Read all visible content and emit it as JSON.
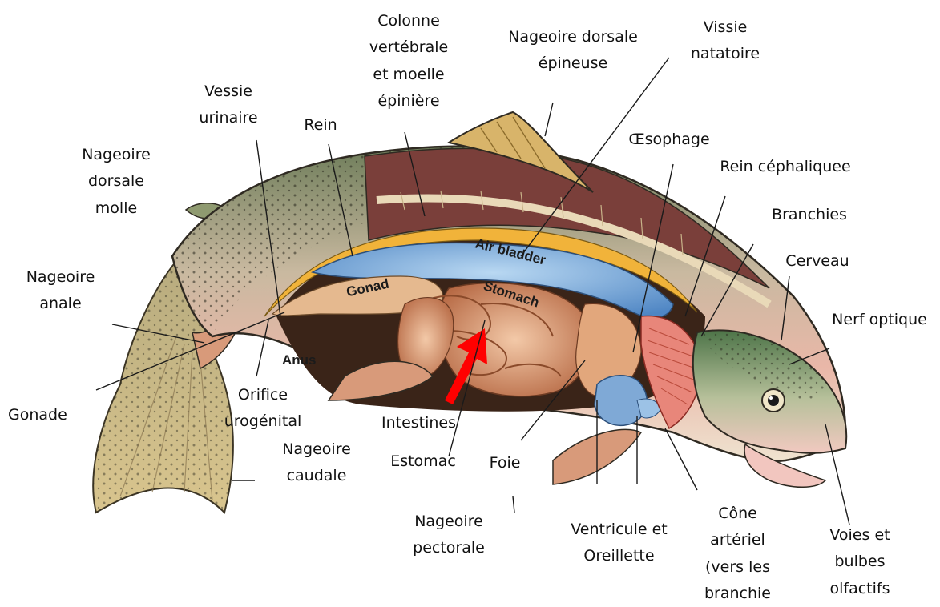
{
  "labels": {
    "colonne": "Colonne\nvertébrale\net moelle\népinière",
    "dorsale_epineuse": "Nageoire dorsale\népineuse",
    "vissie": "Vissie\nnatatoire",
    "vessie_urinaire": "Vessie\nurinaire",
    "rein": "Rein",
    "oesophage": "Œsophage",
    "rein_cephalique": "Rein céphaliquee",
    "branchies": "Branchies",
    "cerveau": "Cerveau",
    "nerf_optique": "Nerf optique",
    "dorsale_molle": "Nageoire\ndorsale\nmolle",
    "anale": "Nageoire\nanale",
    "gonade": "Gonade",
    "orifice": "Orifice\nurogénital",
    "caudale": "Nageoire\ncaudale",
    "intestines": "Intestines",
    "estomac": "Estomac",
    "foie": "Foie",
    "pectorale": "Nageoire\npectorale",
    "ventricule": "Ventricule et\nOreillette",
    "cone": "Cône\nartériel\n(vers les\nbranchie",
    "voies": "Voies et\nbulbes\nolfactifs"
  },
  "inner_labels": {
    "air_bladder": "Air bladder",
    "stomach": "Stomach",
    "gonad": "Gonad",
    "anus": "Anus"
  },
  "colors": {
    "body_outline": "#2f2a22",
    "cavity": "#3a2418",
    "air_bladder": "#6aa3d8",
    "kidney": "#f1b33a",
    "intestine": "#d98a5a",
    "arrow": "#ff0000",
    "head_green": "#5f8a56",
    "gill_pink": "#e8867a"
  }
}
